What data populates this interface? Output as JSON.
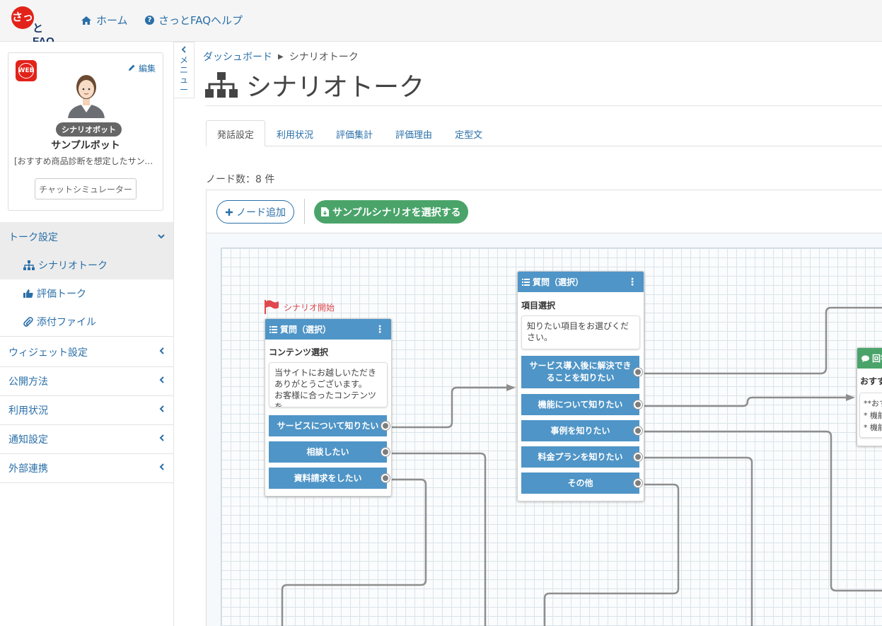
{
  "app": {
    "logo_mark": "さっ",
    "logo_text": "とFAQ",
    "nav": {
      "home": "ホーム",
      "help": "さっとFAQヘルプ"
    }
  },
  "bot": {
    "badge": "WEB",
    "edit": "編集",
    "tag": "シナリオボット",
    "name": "サンプルボット",
    "description": "[おすすめ商品診断を想定したサンプル",
    "simulator": "チャットシミュレーター"
  },
  "sidebar": {
    "talk_settings": "トーク設定",
    "sub_items": [
      "シナリオトーク",
      "評価トーク",
      "添付ファイル"
    ],
    "sections": [
      "ウィジェット設定",
      "公開方法",
      "利用状況",
      "通知設定",
      "外部連携"
    ]
  },
  "menu_toggle": "メニュー",
  "breadcrumb": {
    "root": "ダッシュボード",
    "current": "シナリオトーク"
  },
  "page_title": "シナリオトーク",
  "tabs": [
    "発話設定",
    "利用状況",
    "評価集計",
    "評価理由",
    "定型文"
  ],
  "node_count": "ノード数：8 件",
  "toolbar": {
    "add_node": "ノード追加",
    "sample": "サンプルシナリオを選択する"
  },
  "start_label": "シナリオ開始",
  "nodes": {
    "n1": {
      "header": "質問（選択）",
      "title": "コンテンツ選択",
      "text": "当サイトにお越しいただきありがとうございます。\nお客様に合ったコンテンツを…",
      "options": [
        "サービスについて知りたい",
        "相談したい",
        "資料請求をしたい"
      ]
    },
    "n2": {
      "header": "質問（選択）",
      "title": "項目選択",
      "text": "知りたい項目をお選びください。",
      "options": [
        "サービス導入後に解決できることを知りたい",
        "機能について知りたい",
        "事例を知りたい",
        "料金プランを知りたい",
        "その他"
      ]
    },
    "n3": {
      "header": "回答",
      "title": "おすす",
      "text_lines": [
        "**おす",
        "* 機能",
        "* 機能"
      ]
    }
  },
  "colors": {
    "primary": "#2a6fa8",
    "node_blue": "#4f95c7",
    "green": "#4aa46a",
    "brand_red": "#e2231a",
    "start_red": "#e0484e"
  }
}
